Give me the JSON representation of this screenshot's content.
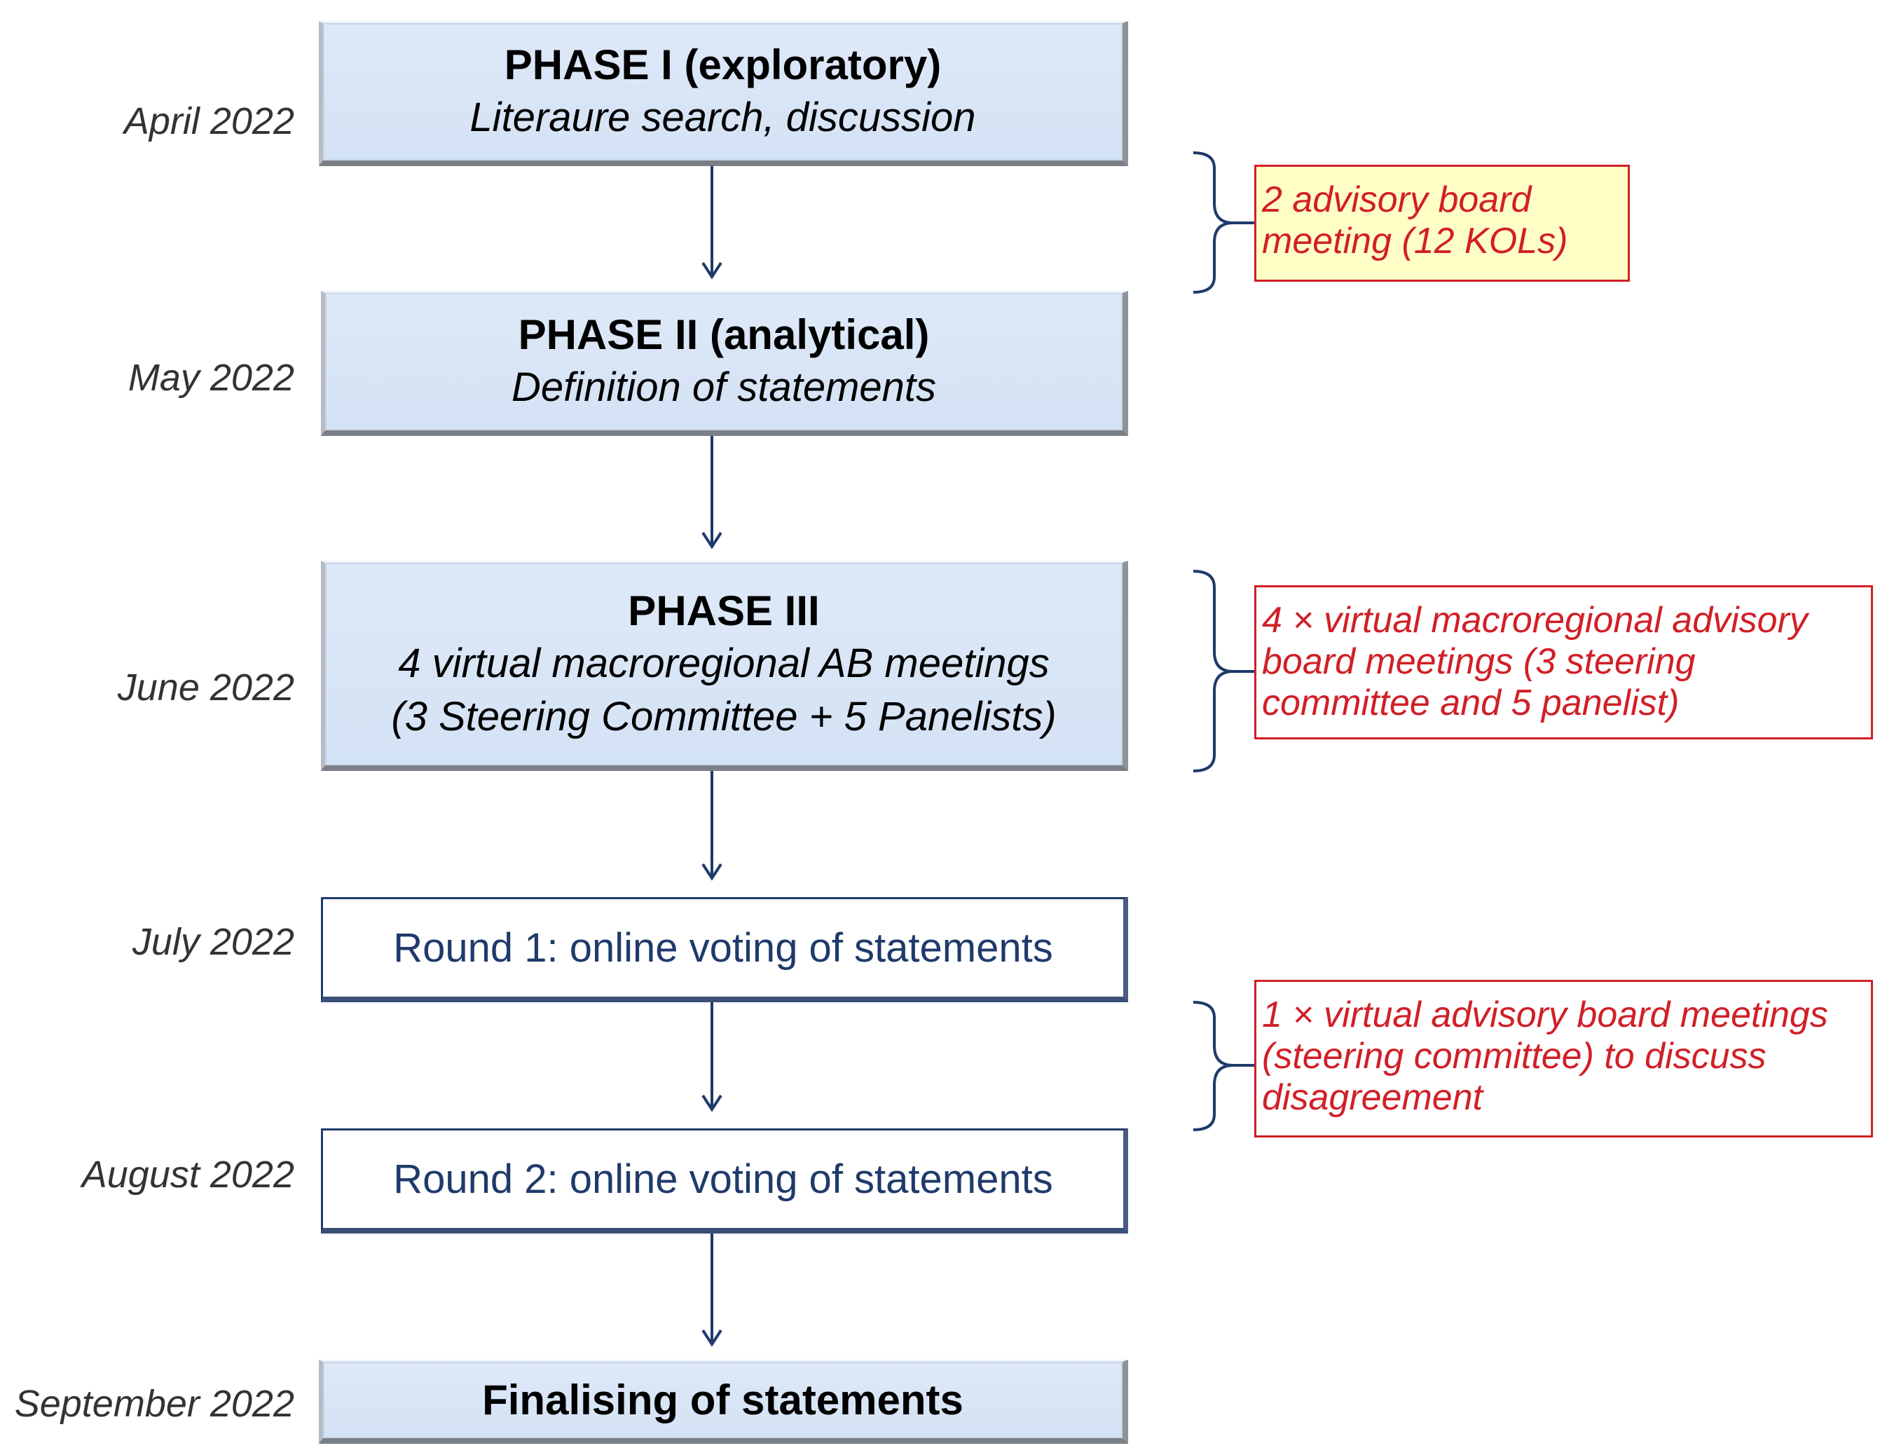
{
  "timeline": [
    {
      "date": "April 2022"
    },
    {
      "date": "May 2022"
    },
    {
      "date": "June 2022"
    },
    {
      "date": "July 2022"
    },
    {
      "date": "August 2022"
    },
    {
      "date": "September 2022"
    }
  ],
  "phases": {
    "phase1": {
      "title": "PHASE I (exploratory)",
      "subtitle": "Literaure search, discussion"
    },
    "phase2": {
      "title": "PHASE II (analytical)",
      "subtitle": "Definition of statements"
    },
    "phase3": {
      "title": "PHASE III",
      "subtitle_line1": "4 virtual macroregional AB meetings",
      "subtitle_line2": "(3 Steering Committee + 5 Panelists)"
    },
    "round1": {
      "label": "Round 1: online voting of statements"
    },
    "round2": {
      "label": "Round 2: online voting of statements"
    },
    "final": {
      "title": "Finalising of statements"
    }
  },
  "notes": [
    {
      "line1": "2 advisory board",
      "line2": "meeting (12 KOLs)"
    },
    {
      "line1": "4 × virtual macroregional advisory",
      "line2": "board meetings (3 steering",
      "line3": "committee and 5 panelist)"
    },
    {
      "line1": "1 × virtual advisory board meetings",
      "line2": "(steering committee) to discuss",
      "line3": "disagreement"
    }
  ],
  "colors": {
    "phase_fill": "#d9e6f6",
    "round_border": "#1f3a6b",
    "note_red": "#d11f27",
    "note_yellow_fill": "#ffffc5",
    "arrow": "#1f3a6b"
  }
}
